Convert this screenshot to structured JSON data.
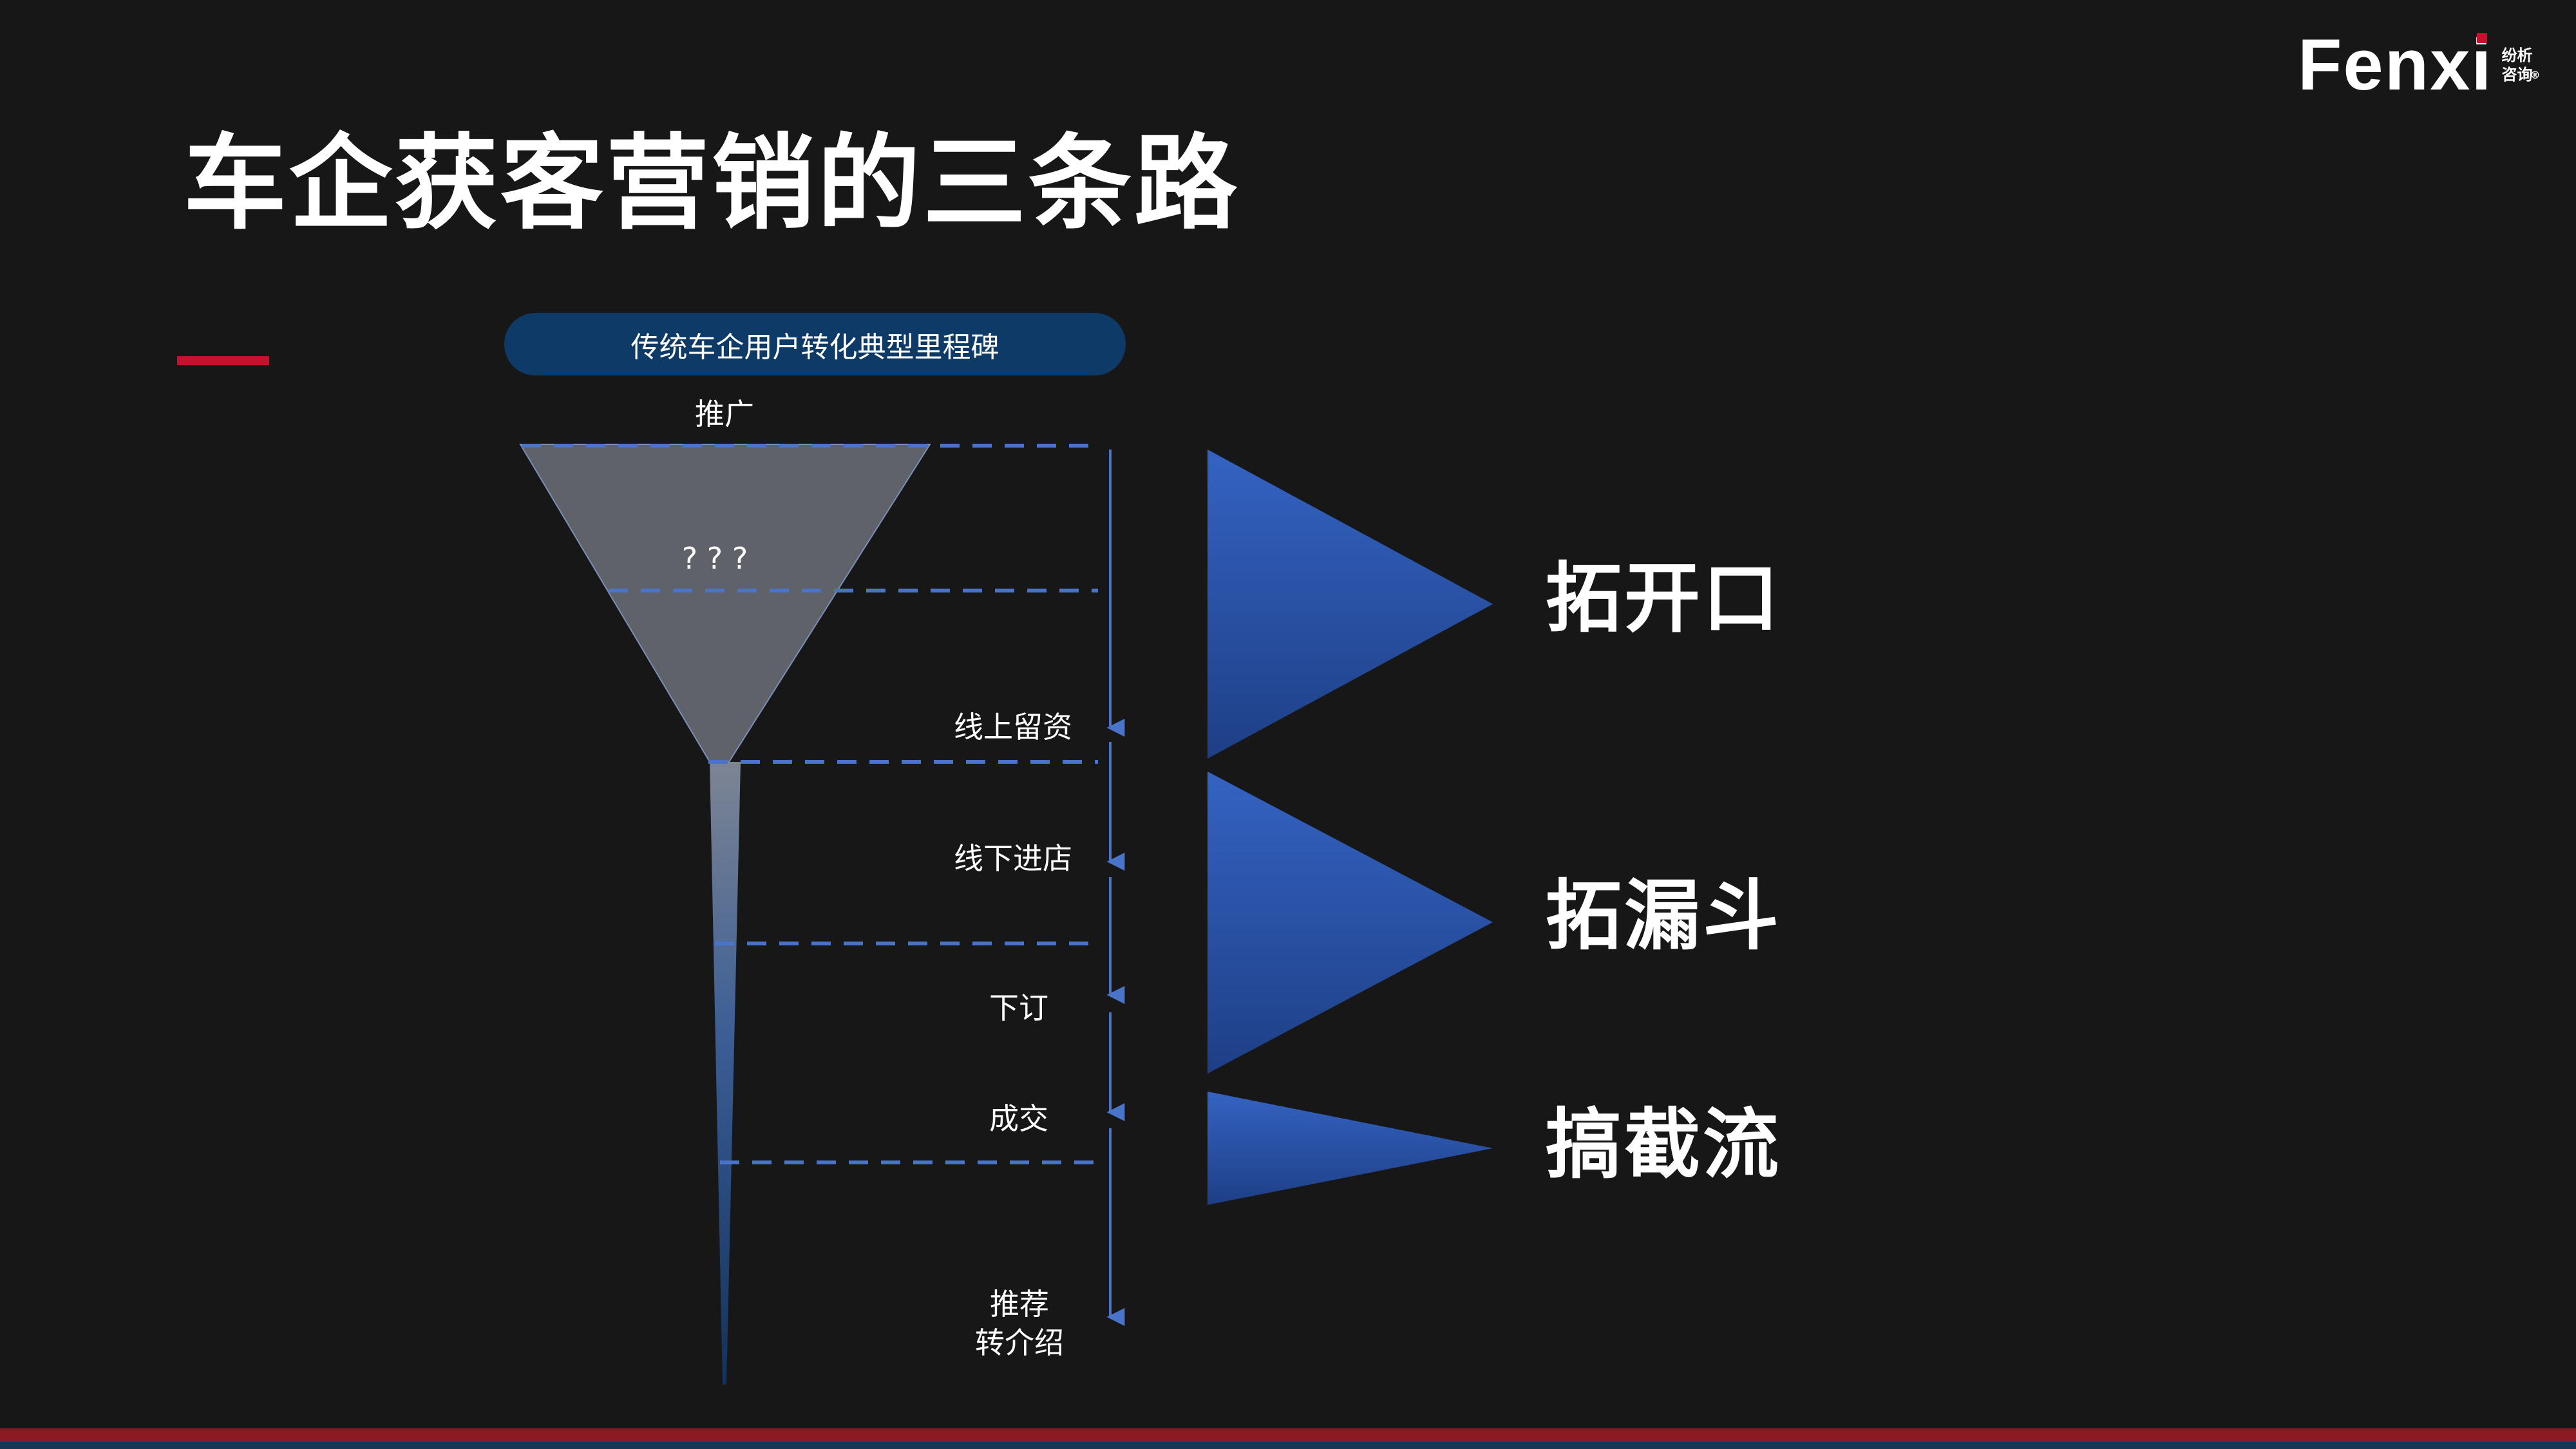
{
  "title": "车企获客营销的三条路",
  "logo": {
    "word_main": "Fenx",
    "word_i": "i",
    "cn_line1": "纷析",
    "cn_line2": "咨询",
    "reg": "®"
  },
  "milestone_header": "传统车企用户转化典型里程碑",
  "funnel": {
    "top_label": "推广",
    "unknown_label": "? ? ?",
    "stages": [
      "线上留资",
      "线下进店",
      "下订",
      "成交"
    ],
    "final_line1": "推荐",
    "final_line2": "转介绍"
  },
  "strategies": [
    "拓开口",
    "拓漏斗",
    "搞截流"
  ],
  "colors": {
    "accent_red": "#c8102e",
    "pill_blue": "#0d3a66",
    "line_blue": "#4a74c9",
    "funnel_gray": "#5f6269"
  }
}
